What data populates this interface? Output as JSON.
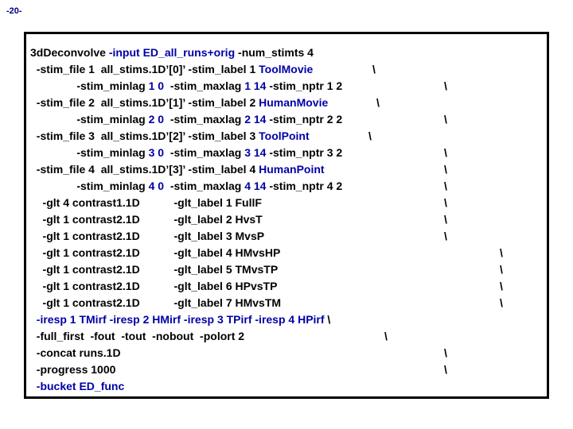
{
  "page": {
    "number_label": "-20-"
  },
  "code_box": {
    "continuation_char": "\\",
    "highlight_color": "#0000a8",
    "text_color": "#000000",
    "lines": [
      {
        "segments": [
          {
            "t": "3dDeconvolve ",
            "c": "k"
          },
          {
            "t": "-input ED_all_runs+orig",
            "c": "b"
          },
          {
            "t": " -num_stimts 4",
            "c": "k"
          }
        ]
      },
      {
        "segments": [
          {
            "t": "  -stim_file 1  all_stims.1D’[0]’ -stim_label 1 ",
            "c": "k"
          },
          {
            "t": "ToolMovie",
            "c": "b"
          }
        ],
        "bx": 430
      },
      {
        "segments": [
          {
            "t": "               -stim_minlag ",
            "c": "k"
          },
          {
            "t": "1 0",
            "c": "b"
          },
          {
            "t": "  -stim_maxlag ",
            "c": "k"
          },
          {
            "t": "1 14",
            "c": "b"
          },
          {
            "t": " -stim_nptr 1 2",
            "c": "k"
          }
        ],
        "bx": 520
      },
      {
        "segments": [
          {
            "t": "  -stim_file 2  all_stims.1D’[1]’ -stim_label 2 ",
            "c": "k"
          },
          {
            "t": "HumanMovie",
            "c": "b"
          }
        ],
        "bx": 435
      },
      {
        "segments": [
          {
            "t": "               -stim_minlag ",
            "c": "k"
          },
          {
            "t": "2 0",
            "c": "b"
          },
          {
            "t": "  -stim_maxlag ",
            "c": "k"
          },
          {
            "t": "2 14",
            "c": "b"
          },
          {
            "t": " -stim_nptr 2 2",
            "c": "k"
          }
        ],
        "bx": 520
      },
      {
        "segments": [
          {
            "t": "  -stim_file 3  all_stims.1D’[2]’ -stim_label 3 ",
            "c": "k"
          },
          {
            "t": "ToolPoint",
            "c": "b"
          }
        ],
        "bx": 425
      },
      {
        "segments": [
          {
            "t": "               -stim_minlag ",
            "c": "k"
          },
          {
            "t": "3 0",
            "c": "b"
          },
          {
            "t": "  -stim_maxlag ",
            "c": "k"
          },
          {
            "t": "3 14",
            "c": "b"
          },
          {
            "t": " -stim_nptr 3 2",
            "c": "k"
          }
        ],
        "bx": 520
      },
      {
        "segments": [
          {
            "t": "  -stim_file 4  all_stims.1D’[3]’ -stim_label 4 ",
            "c": "k"
          },
          {
            "t": "HumanPoint",
            "c": "b"
          }
        ],
        "bx": 520
      },
      {
        "segments": [
          {
            "t": "               -stim_minlag ",
            "c": "k"
          },
          {
            "t": "4 0",
            "c": "b"
          },
          {
            "t": "  -stim_maxlag ",
            "c": "k"
          },
          {
            "t": "4 14",
            "c": "b"
          },
          {
            "t": " -stim_nptr 4 2",
            "c": "k"
          }
        ],
        "bx": 520
      },
      {
        "segments": [
          {
            "t": "    -glt 4 contrast1.1D           -glt_label 1 FullF",
            "c": "k"
          }
        ],
        "bx": 520
      },
      {
        "segments": [
          {
            "t": "    -glt 1 contrast2.1D           -glt_label 2 HvsT",
            "c": "k"
          }
        ],
        "bx": 520
      },
      {
        "segments": [
          {
            "t": "    -glt 1 contrast2.1D           -glt_label 3 MvsP",
            "c": "k"
          }
        ],
        "bx": 520
      },
      {
        "segments": [
          {
            "t": "    -glt 1 contrast2.1D           -glt_label 4 HMvsHP",
            "c": "k"
          }
        ],
        "bx": 590
      },
      {
        "segments": [
          {
            "t": "    -glt 1 contrast2.1D           -glt_label 5 TMvsTP",
            "c": "k"
          }
        ],
        "bx": 590
      },
      {
        "segments": [
          {
            "t": "    -glt 1 contrast2.1D           -glt_label 6 HPvsTP",
            "c": "k"
          }
        ],
        "bx": 590
      },
      {
        "segments": [
          {
            "t": "    -glt 1 contrast2.1D           -glt_label 7 HMvsTM",
            "c": "k"
          }
        ],
        "bx": 590
      },
      {
        "segments": [
          {
            "t": "  ",
            "c": "k"
          },
          {
            "t": "-iresp 1 TMirf -iresp 2 HMirf -iresp 3 TPirf -iresp 4 HPirf",
            "c": "b"
          },
          {
            "t": " \\",
            "c": "k"
          }
        ]
      },
      {
        "segments": [
          {
            "t": "  -full_first  -fout  -tout  -nobout  -polort 2",
            "c": "k"
          }
        ],
        "bx": 445
      },
      {
        "segments": [
          {
            "t": "  -concat runs.1D",
            "c": "k"
          }
        ],
        "bx": 520
      },
      {
        "segments": [
          {
            "t": "  -progress 1000",
            "c": "k"
          }
        ],
        "bx": 520
      },
      {
        "segments": [
          {
            "t": "  ",
            "c": "k"
          },
          {
            "t": "-bucket ED_func",
            "c": "b"
          }
        ]
      }
    ]
  }
}
